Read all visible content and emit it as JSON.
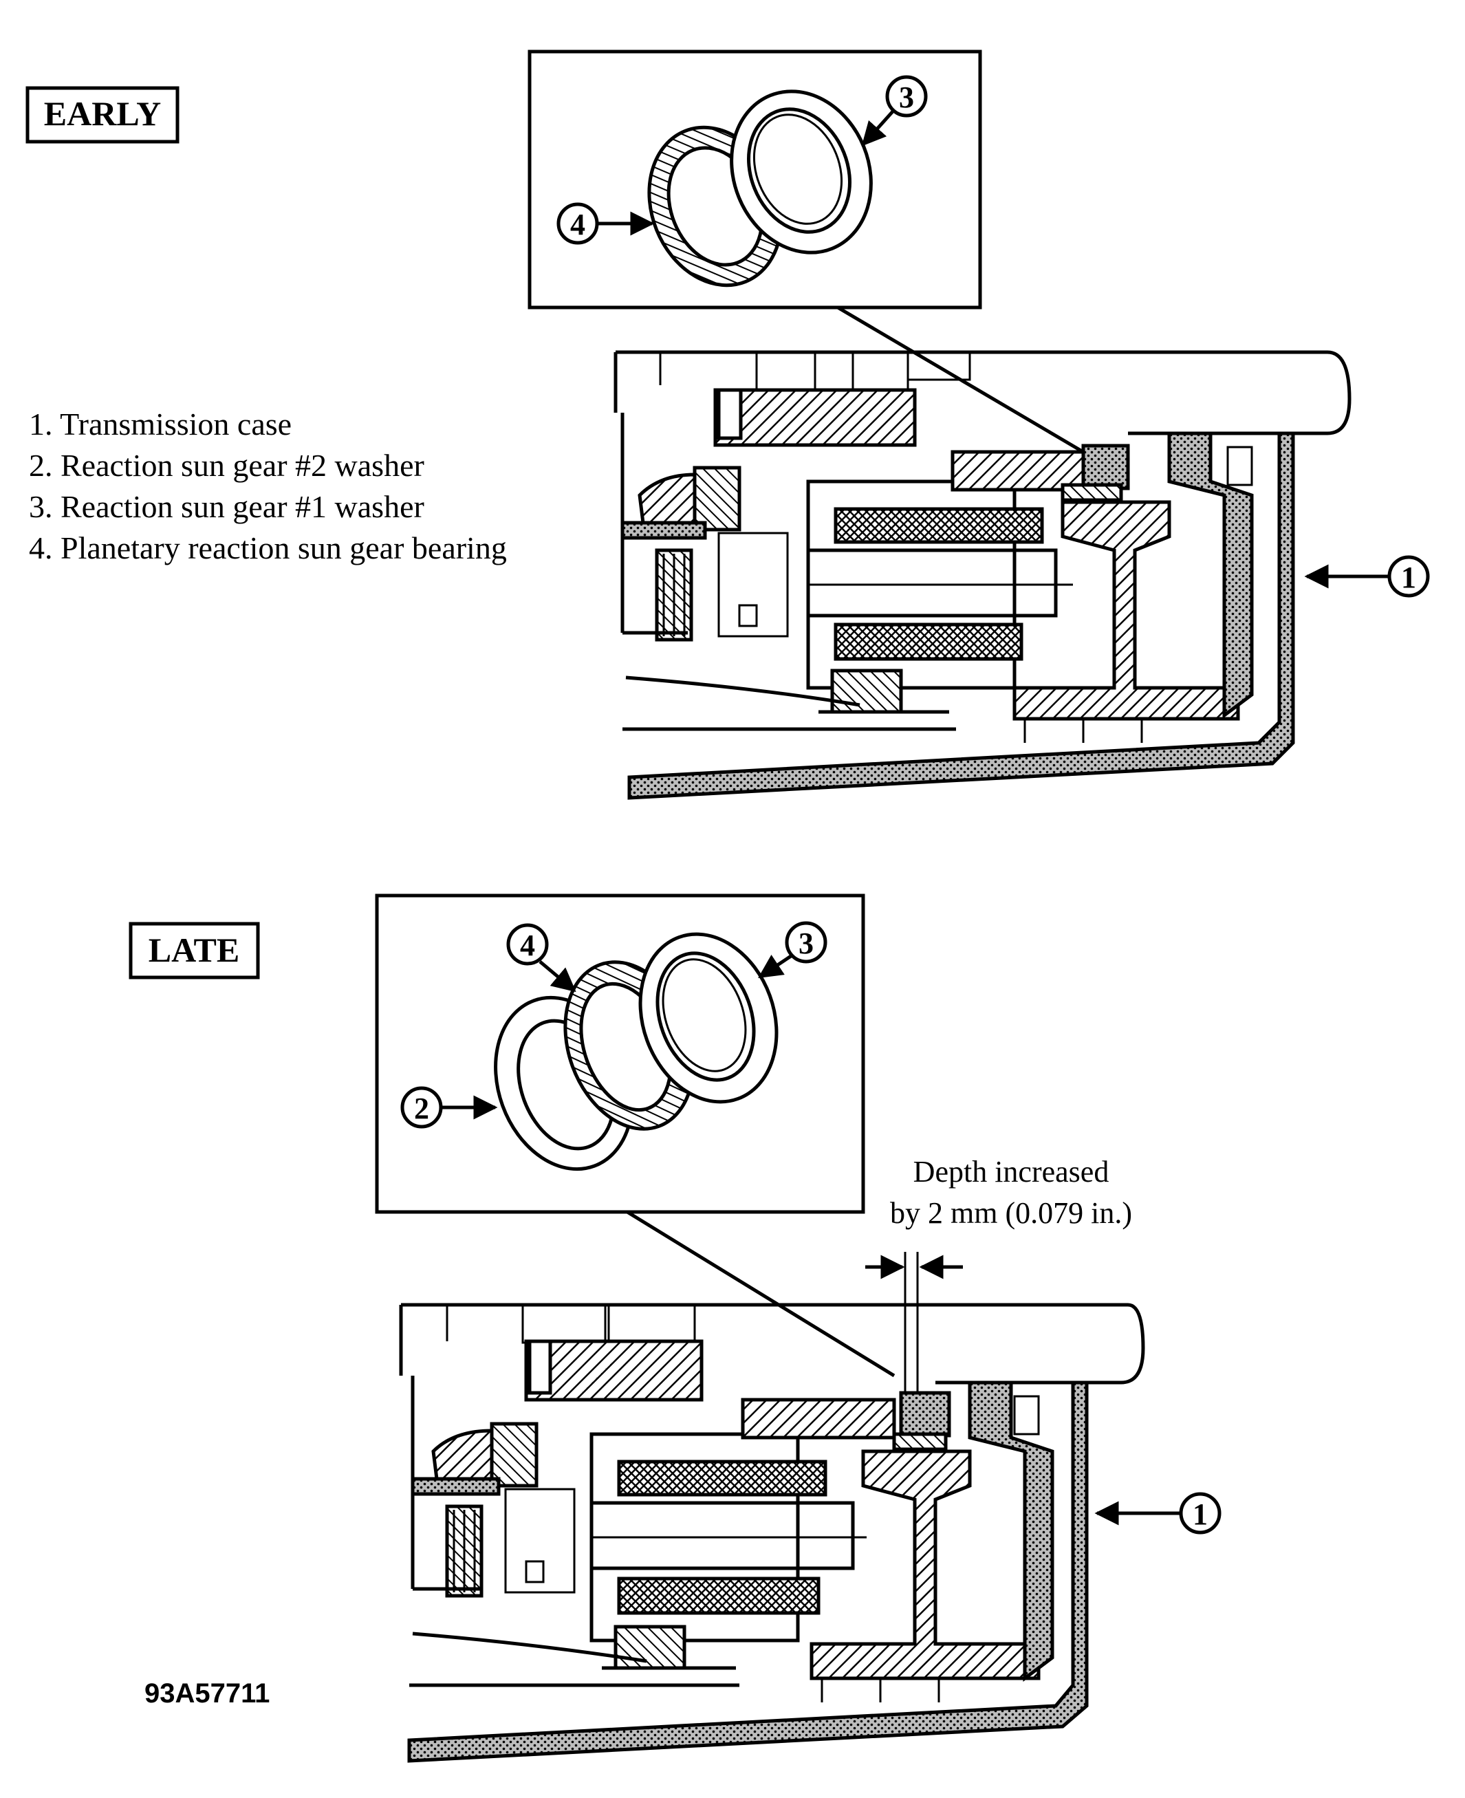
{
  "early_label": "EARLY",
  "late_label": "LATE",
  "legend": [
    "1. Transmission case",
    "2. Reaction sun gear #2 washer",
    "3. Reaction sun gear #1 washer",
    "4. Planetary reaction sun gear bearing"
  ],
  "callouts": {
    "case": "1",
    "washer2": "2",
    "washer1": "3",
    "bearing": "4"
  },
  "depth_note": {
    "line1": "Depth increased",
    "line2": "by 2 mm (0.079 in.)"
  },
  "figure_id": "93A57711"
}
